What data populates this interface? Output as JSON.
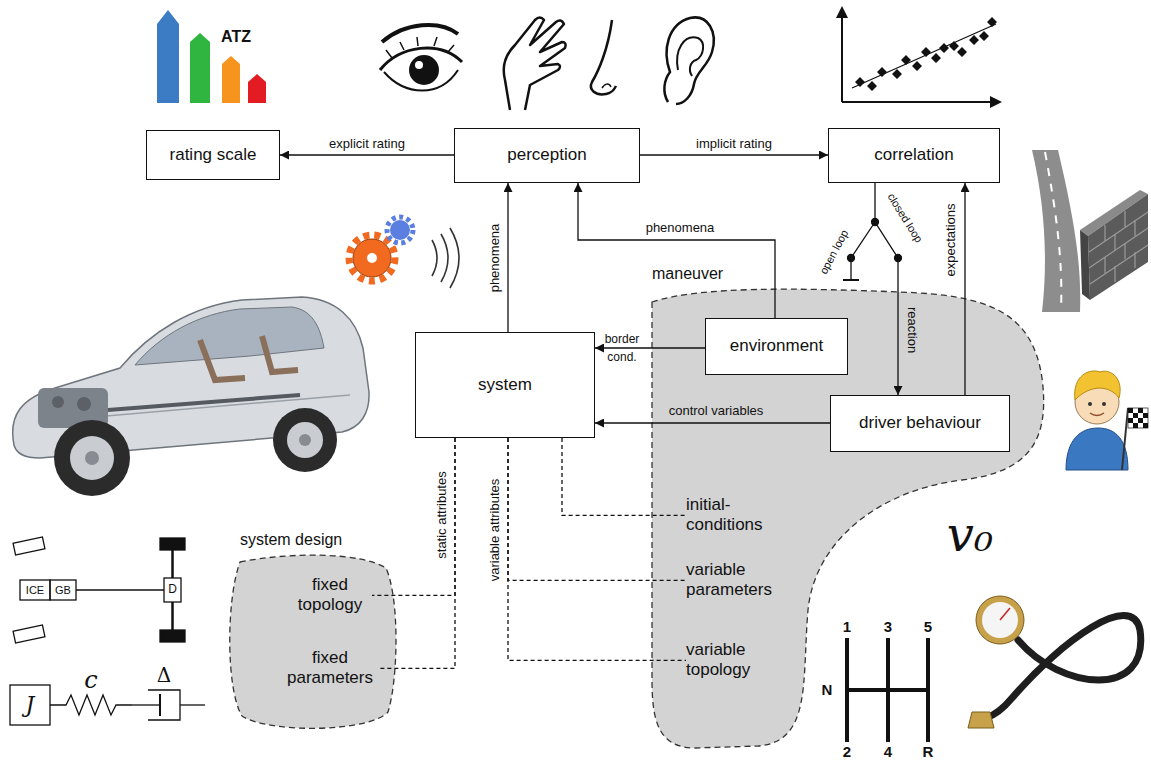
{
  "diagram": {
    "nodes": [
      {
        "text": [
          "rating scale"
        ]
      },
      {
        "text": [
          "perception"
        ]
      },
      {
        "text": [
          "correlation"
        ]
      },
      {
        "text": [
          "system"
        ]
      },
      {
        "text": [
          "maneuver"
        ]
      },
      {
        "text": [
          "environment"
        ],
        "in": 4
      },
      {
        "text": [
          "driver behaviour"
        ],
        "in": 4
      },
      {
        "text": [
          "initial- conditions"
        ],
        "in": 4
      },
      {
        "text": [
          "variable parameters"
        ],
        "in": 4
      },
      {
        "text": [
          "variable topology"
        ],
        "in": 4
      },
      {
        "text": [
          "system design"
        ]
      },
      {
        "text": [
          "fixed topology"
        ],
        "in": 10
      },
      {
        "text": [
          "fixed parameters"
        ],
        "in": 10
      }
    ],
    "edges": [
      {
        "from": 1,
        "to": 0,
        "label": "explicit rating",
        "arrow": "to"
      },
      {
        "from": 1,
        "to": 2,
        "label": "implicit rating",
        "arrow": "to"
      },
      {
        "from": 3,
        "to": 1,
        "label": "phenomena",
        "arrow": "to"
      },
      {
        "from": 5,
        "to": 1,
        "label": "phenomena",
        "arrow": "to"
      },
      {
        "from": 5,
        "to": 3,
        "label": "border cond.",
        "arrow": "to"
      },
      {
        "from": 6,
        "to": 3,
        "label": "control variables",
        "arrow": "to"
      },
      {
        "from": 2,
        "to": 6,
        "label": "reaction",
        "arrow": "to"
      },
      {
        "from": 6,
        "to": 2,
        "label": "expectations",
        "arrow": "to"
      },
      {
        "from": 3,
        "to": 7,
        "arrow": "none"
      },
      {
        "from": 3,
        "to": 8,
        "label": "variable attributes",
        "arrow": "none"
      },
      {
        "from": 3,
        "to": 9,
        "arrow": "none"
      },
      {
        "from": 3,
        "to": 11,
        "label": "static attributes",
        "arrow": "none"
      },
      {
        "from": 3,
        "to": 12,
        "arrow": "none"
      }
    ],
    "labels": [
      "ATZ",
      "open loop",
      "closed loop",
      "ICE",
      "GB",
      "D",
      "v₀",
      "J",
      "c",
      "Δ",
      "1",
      "3",
      "5",
      "N",
      "2",
      "4",
      "R"
    ]
  }
}
